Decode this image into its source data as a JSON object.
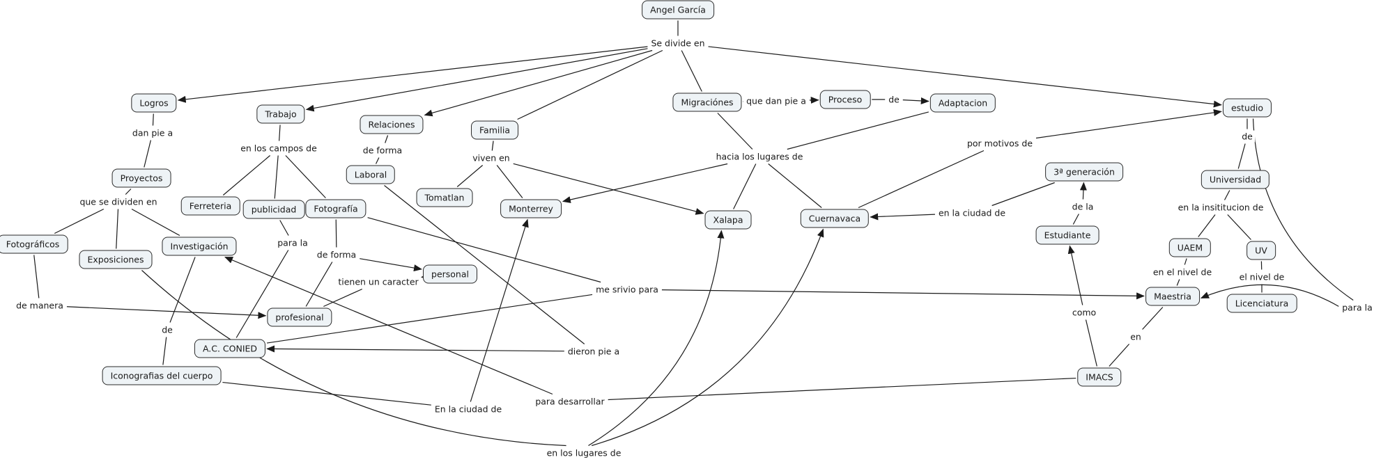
{
  "map_title": "Angel García",
  "concepts": [
    {
      "id": "angel",
      "label": "Angel García"
    },
    {
      "id": "logros",
      "label": "Logros"
    },
    {
      "id": "trabajo",
      "label": "Trabajo"
    },
    {
      "id": "relaciones",
      "label": "Relaciones"
    },
    {
      "id": "familia",
      "label": "Familia"
    },
    {
      "id": "migraciones",
      "label": "Migraciónes"
    },
    {
      "id": "proceso",
      "label": "Proceso"
    },
    {
      "id": "adaptacion",
      "label": "Adaptacion"
    },
    {
      "id": "estudio",
      "label": "estudio"
    },
    {
      "id": "proyectos",
      "label": "Proyectos"
    },
    {
      "id": "laboral",
      "label": "Laboral"
    },
    {
      "id": "tomatlan",
      "label": "Tomatlan"
    },
    {
      "id": "monterrey",
      "label": "Monterrey"
    },
    {
      "id": "xalapa",
      "label": "Xalapa"
    },
    {
      "id": "cuernavaca",
      "label": "Cuernavaca"
    },
    {
      "id": "generacion",
      "label": "3ª generación"
    },
    {
      "id": "ferreteria",
      "label": "Ferreteria"
    },
    {
      "id": "publicidad",
      "label": "publicidad"
    },
    {
      "id": "fotografia",
      "label": "Fotografía"
    },
    {
      "id": "universidad",
      "label": "Universidad"
    },
    {
      "id": "estudiante",
      "label": "Estudiante"
    },
    {
      "id": "uaem",
      "label": "UAEM"
    },
    {
      "id": "uv",
      "label": "UV"
    },
    {
      "id": "fotograficos",
      "label": "Fotográficos"
    },
    {
      "id": "exposiciones",
      "label": "Exposiciones"
    },
    {
      "id": "investigacion",
      "label": "Investigación"
    },
    {
      "id": "personal",
      "label": "personal"
    },
    {
      "id": "maestria",
      "label": "Maestria"
    },
    {
      "id": "licenciatura",
      "label": "Licenciatura"
    },
    {
      "id": "profesional",
      "label": "profesional"
    },
    {
      "id": "conied",
      "label": "A.C. CONIED"
    },
    {
      "id": "iconografias",
      "label": "Iconografias del cuerpo"
    },
    {
      "id": "imacs",
      "label": "IMACS"
    }
  ],
  "linking_phrases": [
    {
      "id": "se_divide",
      "label": "Se divide en"
    },
    {
      "id": "dan_pie",
      "label": "dan pie a"
    },
    {
      "id": "campos",
      "label": "en los campos de"
    },
    {
      "id": "de_forma_rel",
      "label": "de forma"
    },
    {
      "id": "viven",
      "label": "viven en"
    },
    {
      "id": "que_dan_pie",
      "label": "que dan pie a"
    },
    {
      "id": "de_proc",
      "label": "de"
    },
    {
      "id": "hacia",
      "label": "hacia los lugares de"
    },
    {
      "id": "motivos",
      "label": "por motivos de"
    },
    {
      "id": "que_se_dividen",
      "label": "que se dividen en"
    },
    {
      "id": "de_est",
      "label": "de"
    },
    {
      "id": "insititucion",
      "label": "en la insititucion de"
    },
    {
      "id": "ciudad_cuer",
      "label": "en la ciudad de"
    },
    {
      "id": "de_la",
      "label": "de la"
    },
    {
      "id": "para_la_pub",
      "label": "para la"
    },
    {
      "id": "de_forma_foto",
      "label": "de forma"
    },
    {
      "id": "caracter",
      "label": "tienen un caracter"
    },
    {
      "id": "srivio",
      "label": "me srivio para"
    },
    {
      "id": "nivel_uaem",
      "label": "en el nivel de"
    },
    {
      "id": "nivel_uv",
      "label": "el nivel de"
    },
    {
      "id": "manera",
      "label": "de manera"
    },
    {
      "id": "como",
      "label": "como"
    },
    {
      "id": "para_la_est",
      "label": "para la"
    },
    {
      "id": "dieron",
      "label": "dieron pie a"
    },
    {
      "id": "de_inv",
      "label": "de"
    },
    {
      "id": "en_imacs",
      "label": "en"
    },
    {
      "id": "desarrollar",
      "label": "para desarrollar"
    },
    {
      "id": "ciudad_mty",
      "label": "En la ciudad de"
    },
    {
      "id": "lugares",
      "label": "en los lugares de"
    }
  ],
  "connections": [
    {
      "from": "angel",
      "to": "se_divide",
      "arrow": false
    },
    {
      "from": "se_divide",
      "to": "logros",
      "arrow": true
    },
    {
      "from": "se_divide",
      "to": "trabajo",
      "arrow": true
    },
    {
      "from": "se_divide",
      "to": "relaciones",
      "arrow": true
    },
    {
      "from": "se_divide",
      "to": "familia",
      "arrow": false
    },
    {
      "from": "se_divide",
      "to": "migraciones",
      "arrow": false
    },
    {
      "from": "se_divide",
      "to": "estudio",
      "arrow": true
    },
    {
      "from": "logros",
      "to": "dan_pie",
      "arrow": false
    },
    {
      "from": "dan_pie",
      "to": "proyectos",
      "arrow": false
    },
    {
      "from": "trabajo",
      "to": "campos",
      "arrow": false
    },
    {
      "from": "campos",
      "to": "ferreteria",
      "arrow": false
    },
    {
      "from": "campos",
      "to": "publicidad",
      "arrow": false
    },
    {
      "from": "campos",
      "to": "fotografia",
      "arrow": false
    },
    {
      "from": "relaciones",
      "to": "de_forma_rel",
      "arrow": false
    },
    {
      "from": "de_forma_rel",
      "to": "laboral",
      "arrow": false
    },
    {
      "from": "familia",
      "to": "viven",
      "arrow": false
    },
    {
      "from": "viven",
      "to": "tomatlan",
      "arrow": false
    },
    {
      "from": "viven",
      "to": "monterrey",
      "arrow": false
    },
    {
      "from": "viven",
      "to": "xalapa",
      "arrow": true
    },
    {
      "from": "migraciones",
      "to": "que_dan_pie",
      "arrow": false
    },
    {
      "from": "que_dan_pie",
      "to": "proceso",
      "arrow": true
    },
    {
      "from": "proceso",
      "to": "de_proc",
      "arrow": false
    },
    {
      "from": "de_proc",
      "to": "adaptacion",
      "arrow": true
    },
    {
      "from": "migraciones",
      "to": "hacia",
      "arrow": false
    },
    {
      "from": "adaptacion",
      "to": "hacia",
      "arrow": false
    },
    {
      "from": "hacia",
      "to": "monterrey",
      "arrow": true
    },
    {
      "from": "hacia",
      "to": "xalapa",
      "arrow": false
    },
    {
      "from": "hacia",
      "to": "cuernavaca",
      "arrow": false
    },
    {
      "from": "cuernavaca",
      "to": "motivos",
      "arrow": false
    },
    {
      "from": "motivos",
      "to": "estudio",
      "arrow": true
    },
    {
      "from": "proyectos",
      "to": "que_se_dividen",
      "arrow": false
    },
    {
      "from": "que_se_dividen",
      "to": "fotograficos",
      "arrow": false
    },
    {
      "from": "que_se_dividen",
      "to": "exposiciones",
      "arrow": false
    },
    {
      "from": "que_se_dividen",
      "to": "investigacion",
      "arrow": false
    },
    {
      "from": "estudio",
      "to": "de_est",
      "arrow": false
    },
    {
      "from": "de_est",
      "to": "universidad",
      "arrow": false
    },
    {
      "from": "universidad",
      "to": "insititucion",
      "arrow": false
    },
    {
      "from": "insititucion",
      "to": "uaem",
      "arrow": false
    },
    {
      "from": "insititucion",
      "to": "uv",
      "arrow": false
    },
    {
      "from": "generacion",
      "to": "ciudad_cuer",
      "arrow": false
    },
    {
      "from": "ciudad_cuer",
      "to": "cuernavaca",
      "arrow": true
    },
    {
      "from": "estudiante",
      "to": "de_la",
      "arrow": false
    },
    {
      "from": "de_la",
      "to": "generacion",
      "arrow": true
    },
    {
      "from": "publicidad",
      "to": "para_la_pub",
      "arrow": false
    },
    {
      "from": "para_la_pub",
      "to": "conied",
      "arrow": false
    },
    {
      "from": "fotografia",
      "to": "de_forma_foto",
      "arrow": false
    },
    {
      "from": "de_forma_foto",
      "to": "personal",
      "arrow": true
    },
    {
      "from": "de_forma_foto",
      "to": "profesional",
      "arrow": false
    },
    {
      "from": "profesional",
      "to": "caracter",
      "arrow": false
    },
    {
      "from": "caracter",
      "to": "personal",
      "arrow": true
    },
    {
      "from": "fotografia",
      "to": "srivio",
      "arrow": false
    },
    {
      "from": "conied",
      "to": "srivio",
      "arrow": false
    },
    {
      "from": "srivio",
      "to": "maestria",
      "arrow": true
    },
    {
      "from": "uaem",
      "to": "nivel_uaem",
      "arrow": false
    },
    {
      "from": "nivel_uaem",
      "to": "maestria",
      "arrow": false
    },
    {
      "from": "uv",
      "to": "nivel_uv",
      "arrow": false
    },
    {
      "from": "nivel_uv",
      "to": "licenciatura",
      "arrow": false
    },
    {
      "from": "fotograficos",
      "to": "manera",
      "arrow": false
    },
    {
      "from": "manera",
      "to": "profesional",
      "arrow": true
    },
    {
      "from": "imacs",
      "to": "como",
      "arrow": false
    },
    {
      "from": "como",
      "to": "estudiante",
      "arrow": true
    },
    {
      "from": "estudio",
      "to": "para_la_est",
      "arrow": false,
      "curve": true
    },
    {
      "from": "para_la_est",
      "to": "maestria",
      "arrow": true,
      "curve": true
    },
    {
      "from": "laboral",
      "to": "dieron",
      "arrow": false
    },
    {
      "from": "dieron",
      "to": "conied",
      "arrow": true
    },
    {
      "from": "investigacion",
      "to": "de_inv",
      "arrow": false
    },
    {
      "from": "de_inv",
      "to": "iconografias",
      "arrow": false
    },
    {
      "from": "imacs",
      "to": "en_imacs",
      "arrow": false
    },
    {
      "from": "en_imacs",
      "to": "maestria",
      "arrow": false
    },
    {
      "from": "imacs",
      "to": "desarrollar",
      "arrow": false
    },
    {
      "from": "desarrollar",
      "to": "investigacion",
      "arrow": true
    },
    {
      "from": "iconografias",
      "to": "ciudad_mty",
      "arrow": false
    },
    {
      "from": "ciudad_mty",
      "to": "monterrey",
      "arrow": true
    },
    {
      "from": "exposiciones",
      "to": "lugares",
      "arrow": false,
      "curve": true
    },
    {
      "from": "lugares",
      "to": "xalapa",
      "arrow": true,
      "curve": true
    },
    {
      "from": "lugares",
      "to": "cuernavaca",
      "arrow": true,
      "curve": true
    }
  ],
  "colors": {
    "node_fill": "#eef3f6",
    "node_border": "#2a2a2a",
    "line": "#1a1a1a",
    "background": "#ffffff"
  }
}
